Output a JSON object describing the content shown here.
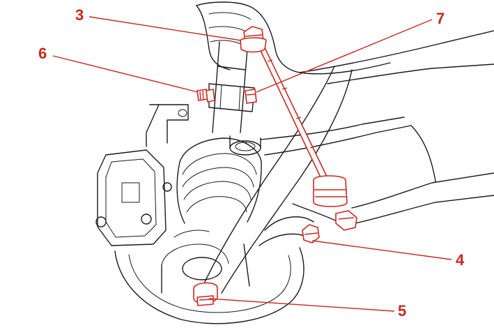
{
  "diagram": {
    "colors": {
      "callout": "#c8281e",
      "line_art": "#1a1a1a",
      "background": "#ffffff"
    },
    "callouts": [
      {
        "id": "3",
        "label": "3"
      },
      {
        "id": "7",
        "label": "7"
      },
      {
        "id": "6",
        "label": "6"
      },
      {
        "id": "4",
        "label": "4"
      },
      {
        "id": "5",
        "label": "5"
      }
    ]
  }
}
